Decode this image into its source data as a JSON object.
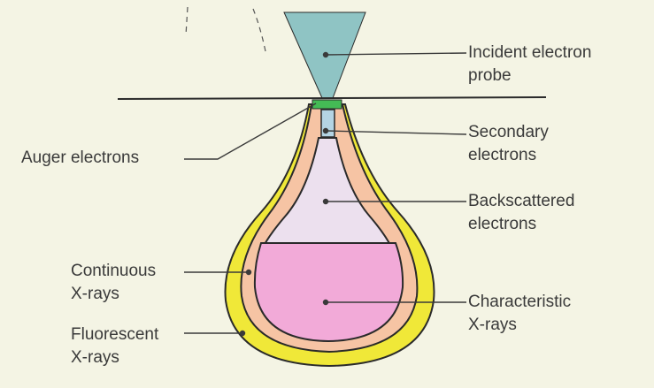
{
  "labels": {
    "incident_1": "Incident electron",
    "incident_2": "probe",
    "secondary_1": "Secondary",
    "secondary_2": "electrons",
    "backscattered_1": "Backscattered",
    "backscattered_2": "electrons",
    "characteristic_1": "Characteristic",
    "characteristic_2": "X-rays",
    "auger": "Auger electrons",
    "continuous_1": "Continuous",
    "continuous_2": "X-rays",
    "fluorescent_1": "Fluorescent",
    "fluorescent_2": "X-rays"
  },
  "colors": {
    "background": "#f4f4e4",
    "probe": "#8fc4c4",
    "secondary": "#b4d4e4",
    "backscattered": "#ece0ee",
    "characteristic": "#f2aad8",
    "continuous": "#f6c4a4",
    "fluorescent": "#f0e838",
    "auger": "#44bb55",
    "outline": "#2a2a2a"
  }
}
